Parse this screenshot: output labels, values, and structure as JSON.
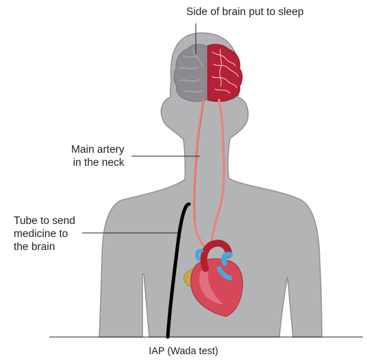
{
  "labels": {
    "brain_side": "Side of brain put to sleep",
    "artery": [
      "Main artery",
      "in the neck"
    ],
    "tube": [
      "Tube to send",
      "medicine to",
      "the brain"
    ]
  },
  "caption": "IAP (Wada test)",
  "colors": {
    "body_fill": "#b3b4b6",
    "body_stroke": "#8f9092",
    "brain_asleep": "#8d8b91",
    "brain_active": "#b52136",
    "artery": "#e9847e",
    "tube": "#000000",
    "heart": "#d7475a",
    "aorta": "#b21f2d",
    "vessel_blue": "#4aa7d8",
    "atrium_gold": "#c9a845",
    "ground_line": "#222222"
  }
}
